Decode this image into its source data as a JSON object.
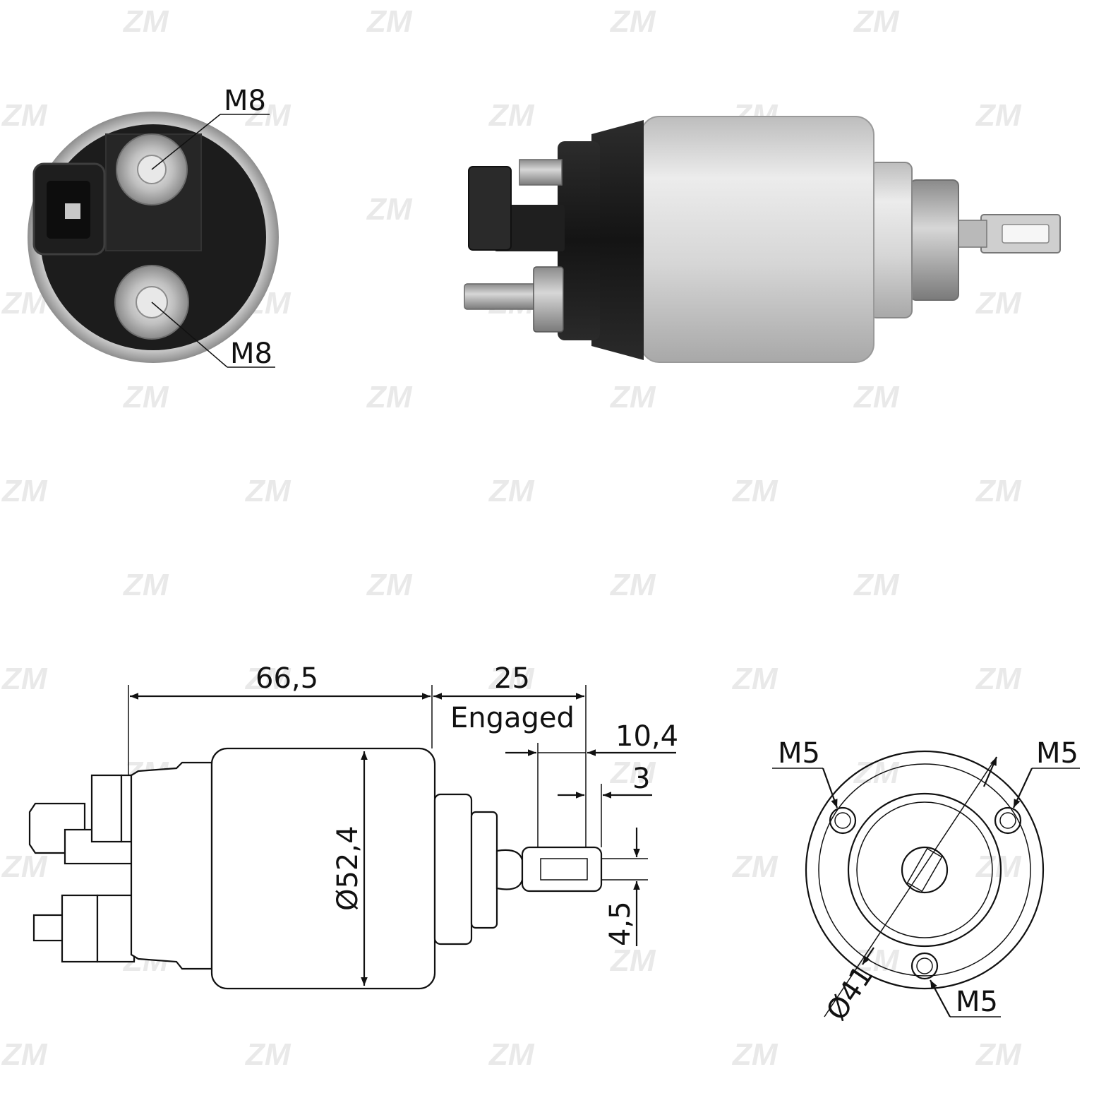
{
  "watermark": {
    "text": "ZM"
  },
  "photo_end_view": {
    "label_top": "M8",
    "label_bottom": "M8"
  },
  "drawing_side_view": {
    "length_body": "66,5",
    "stroke_engaged": "25",
    "stroke_note": "Engaged",
    "plunger_length": "10,4",
    "slot_offset": "3",
    "slot_width": "4,5",
    "body_diameter": "Ø52,4"
  },
  "drawing_end_view": {
    "hole_left": "M5",
    "hole_right": "M5",
    "hole_bottom": "M5",
    "pitch_diameter": "Ø41"
  },
  "colors": {
    "housing_silver": "#d9d9d9",
    "cap_black": "#1b1b1b",
    "line": "#111111",
    "watermark": "#e9e9e9"
  }
}
